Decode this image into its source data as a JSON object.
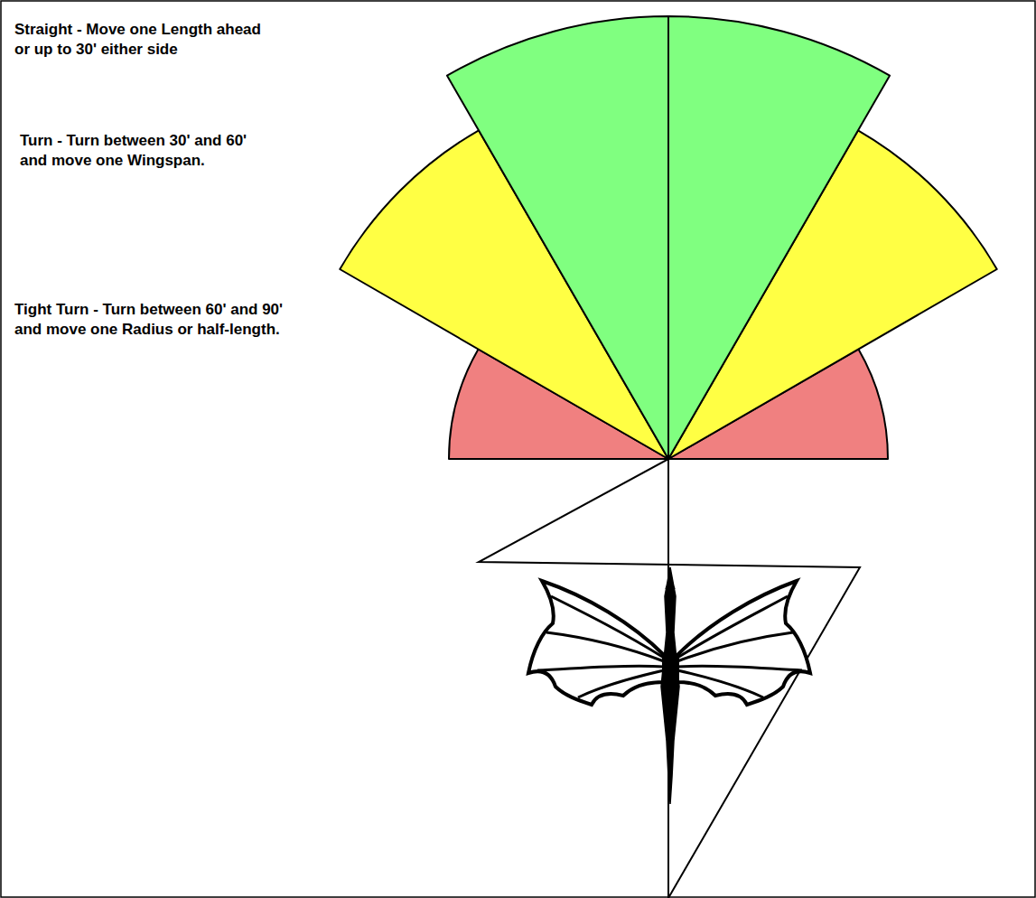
{
  "diagram": {
    "labels": [
      "Straight - Move one Length ahead or up to 30' either side",
      "Turn - Turn between 30' and 60' and move one Wingspan.",
      "Tight Turn - Turn between 60' and 90' and move one Radius or half-length."
    ]
  }
}
